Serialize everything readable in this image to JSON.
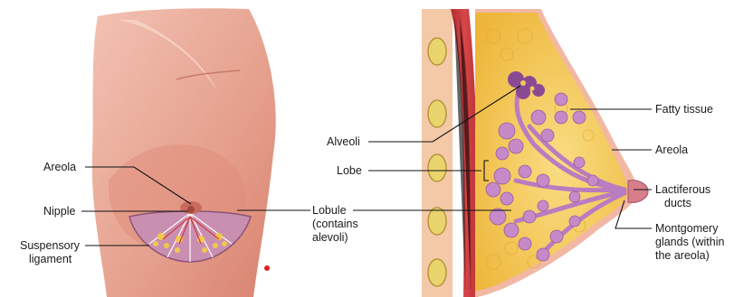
{
  "diagram": {
    "left_panel": {
      "labels": {
        "areola": "Areola",
        "nipple": "Nipple",
        "suspensory_line1": "Suspensory",
        "suspensory_line2": "ligament"
      }
    },
    "center_labels": {
      "alveoli": "Alveoli",
      "lobe": "Lobe",
      "lobule_line1": "Lobule",
      "lobule_line2": "(contains",
      "lobule_line3": "alevoli)"
    },
    "right_panel": {
      "labels": {
        "fatty_tissue": "Fatty tissue",
        "areola": "Areola",
        "lactiferous_line1": "Lactiferous",
        "lactiferous_line2": "ducts",
        "montgomery_line1": "Montgomery",
        "montgomery_line2": "glands (within",
        "montgomery_line3": "the areola)"
      }
    },
    "colors": {
      "skin": "#e8a08e",
      "skin_light": "#f6d4c8",
      "fat": "#f3c54a",
      "fat_light": "#f8dc7a",
      "gland": "#c78ac8",
      "gland_dark": "#8a4a93",
      "muscle": "#c9383a",
      "accent_dot": "#e02020"
    }
  }
}
